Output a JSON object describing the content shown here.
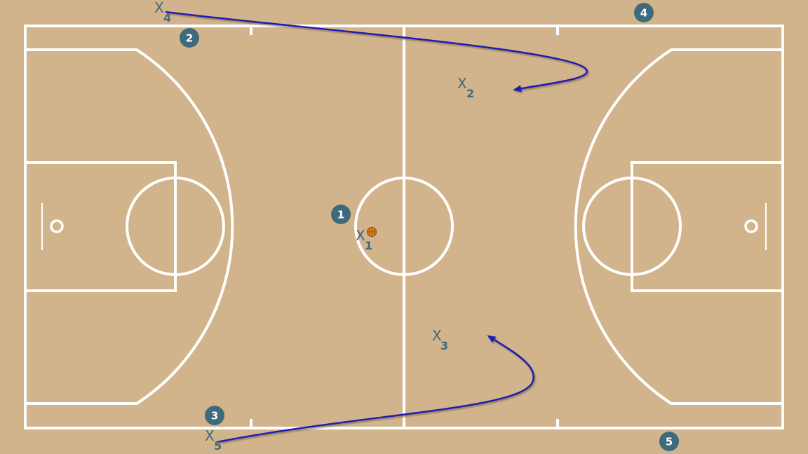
{
  "colors": {
    "court_bg": "#d2b48c",
    "lines": "#ffffff",
    "player_fill": "#3e6a7d",
    "player_text": "#ffffff",
    "defense_text": "#3e6a7d",
    "path": "#1a1ab0",
    "ball": "#e8871e"
  },
  "offense": [
    {
      "id": "o1",
      "label": "1",
      "has_ball": false
    },
    {
      "id": "o2",
      "label": "2",
      "has_ball": false
    },
    {
      "id": "o3",
      "label": "3",
      "has_ball": false
    },
    {
      "id": "o4",
      "label": "4",
      "has_ball": false
    },
    {
      "id": "o5",
      "label": "5",
      "has_ball": false
    }
  ],
  "defense": [
    {
      "id": "x1",
      "letter": "X",
      "number": "1",
      "has_ball": true
    },
    {
      "id": "x2",
      "letter": "X",
      "number": "2",
      "has_ball": false
    },
    {
      "id": "x3",
      "letter": "X",
      "number": "3",
      "has_ball": false
    },
    {
      "id": "x4",
      "letter": "X",
      "number": "4",
      "has_ball": false
    },
    {
      "id": "x5",
      "letter": "X",
      "number": "5",
      "has_ball": false
    }
  ],
  "movements": [
    {
      "from": "x4",
      "to": "x2-area",
      "type": "cut"
    },
    {
      "from": "x5",
      "to": "x3-area",
      "type": "cut"
    }
  ],
  "ball_icon": "basketball-icon"
}
